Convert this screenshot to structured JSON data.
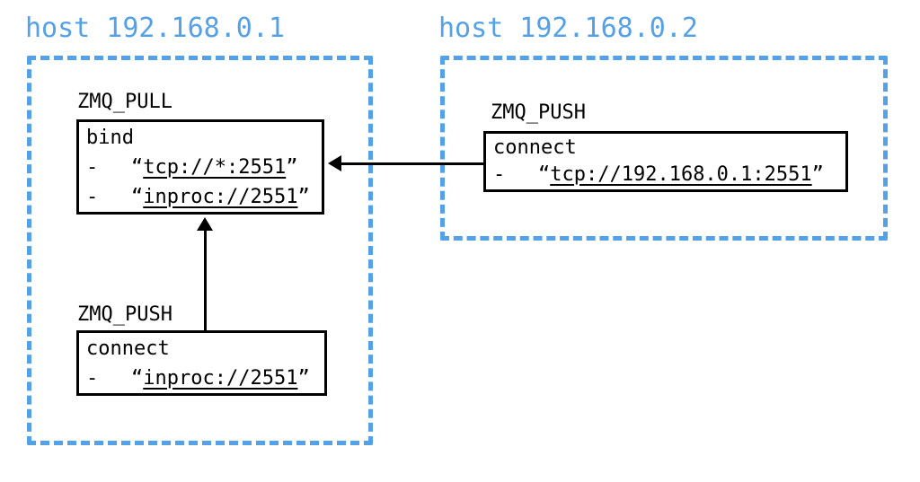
{
  "palette": {
    "host_accent_blue": "#55a1e8",
    "node_ink": "#000000",
    "background": "#ffffff"
  },
  "syntax": {
    "bullet": "-",
    "open_quote": "“",
    "close_quote": "”"
  },
  "host1": {
    "title": "host 192.168.0.1",
    "pull_node": {
      "label": "ZMQ_PULL",
      "method": "bind",
      "endpoints": [
        "tcp://*:2551",
        "inproc://2551"
      ]
    },
    "push_node": {
      "label": "ZMQ_PUSH",
      "method": "connect",
      "endpoints": [
        "inproc://2551"
      ]
    }
  },
  "host2": {
    "title": "host 192.168.0.2",
    "push_node": {
      "label": "ZMQ_PUSH",
      "method": "connect",
      "endpoints": [
        "tcp://192.168.0.1:2551"
      ]
    }
  }
}
